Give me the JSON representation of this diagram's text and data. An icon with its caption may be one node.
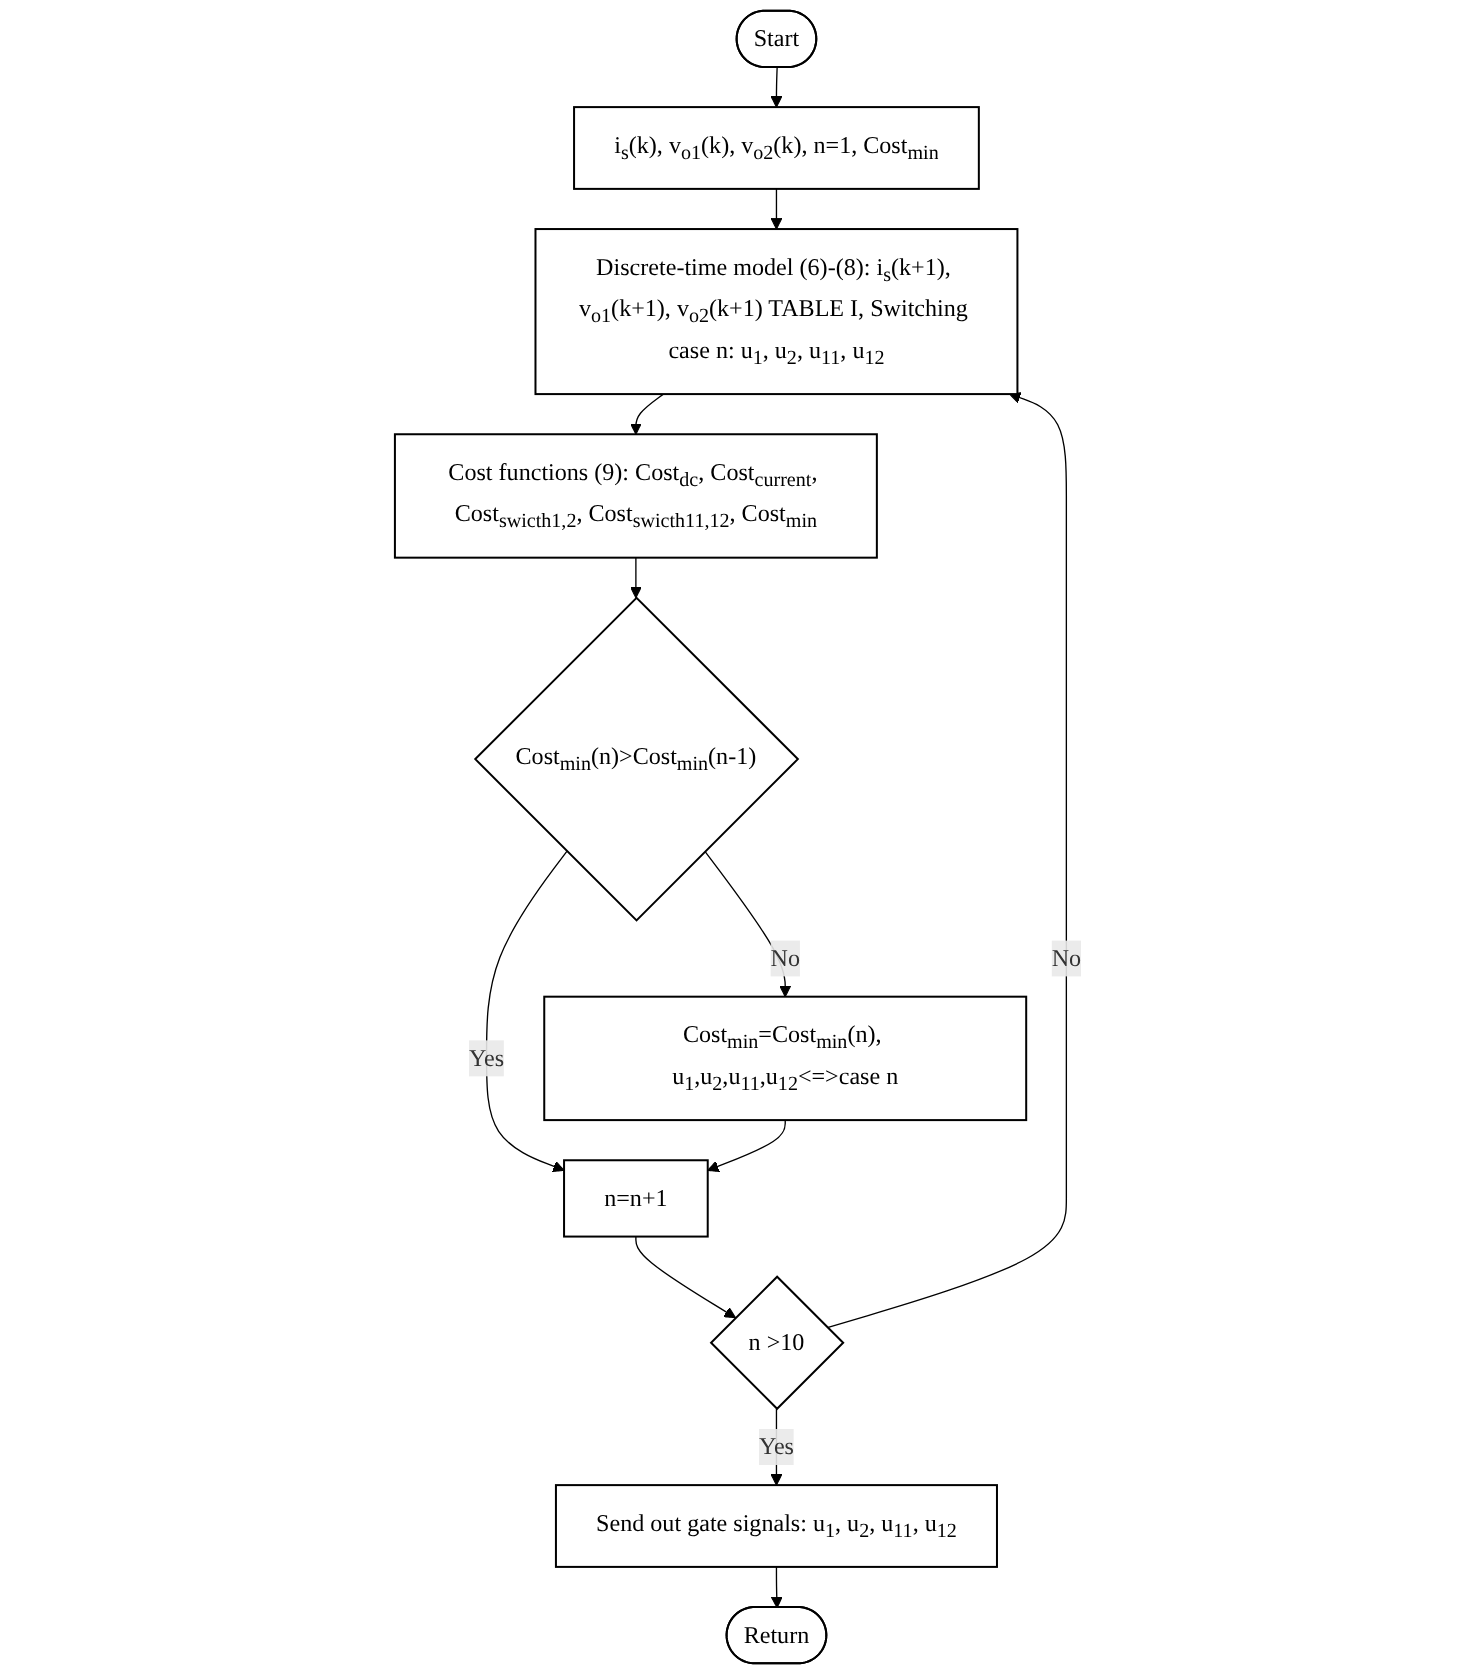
{
  "diagram": {
    "nodes": [
      {
        "text": [
          "Start"
        ]
      },
      {
        "text": [
          "i$_{s}$(k), v$_{o1}$(k), v$_{o2}$(k), n=1, Cost$_{min}$"
        ]
      },
      {
        "text": [
          "Discrete-time model (6)-(8): i$_{s}$(k+1), v$_{o1}$(k+1), v$_{o2}$(k+1) TABLE I, Switching case n: u$_{1}$, u$_{2}$, u$_{11}$, u$_{12}$"
        ]
      },
      {
        "text": [
          "Cost functions (9): Cost$_{dc}$, Cost$_{current}$, Cost$_{swicth1,2}$, Cost$_{swicth11,12}$, Cost$_{min}$"
        ]
      },
      {
        "text": [
          "Cost$_{min}$(n)>Cost$_{min}$(n-1)"
        ]
      },
      {
        "text": [
          "Cost$_{min}$=Cost$_{min}$(n), u$_{1}$,u$_{2}$,u$_{11}$,u$_{12}$<=>case n"
        ]
      },
      {
        "text": [
          "n=n+1"
        ]
      },
      {
        "text": [
          "n >10"
        ]
      },
      {
        "text": [
          "Send out gate signals: u$_{1}$, u$_{2}$, u$_{11}$, u$_{12}$"
        ]
      },
      {
        "text": [
          "Return"
        ]
      }
    ],
    "edges": [
      {
        "from": 0,
        "to": 1,
        "arrow": "to"
      },
      {
        "from": 1,
        "to": 2,
        "arrow": "to"
      },
      {
        "from": 2,
        "to": 3,
        "arrow": "to"
      },
      {
        "from": 3,
        "to": 4,
        "arrow": "to"
      },
      {
        "from": 4,
        "to": 5,
        "arrow": "to",
        "label": "No"
      },
      {
        "from": 4,
        "to": 6,
        "arrow": "to",
        "label": "Yes"
      },
      {
        "from": 5,
        "to": 6,
        "arrow": "to"
      },
      {
        "from": 6,
        "to": 7,
        "arrow": "to"
      },
      {
        "from": 7,
        "to": 2,
        "arrow": "to",
        "label": "No"
      },
      {
        "from": 7,
        "to": 8,
        "arrow": "to",
        "label": "Yes"
      },
      {
        "from": 8,
        "to": 9,
        "arrow": "to"
      }
    ]
  }
}
